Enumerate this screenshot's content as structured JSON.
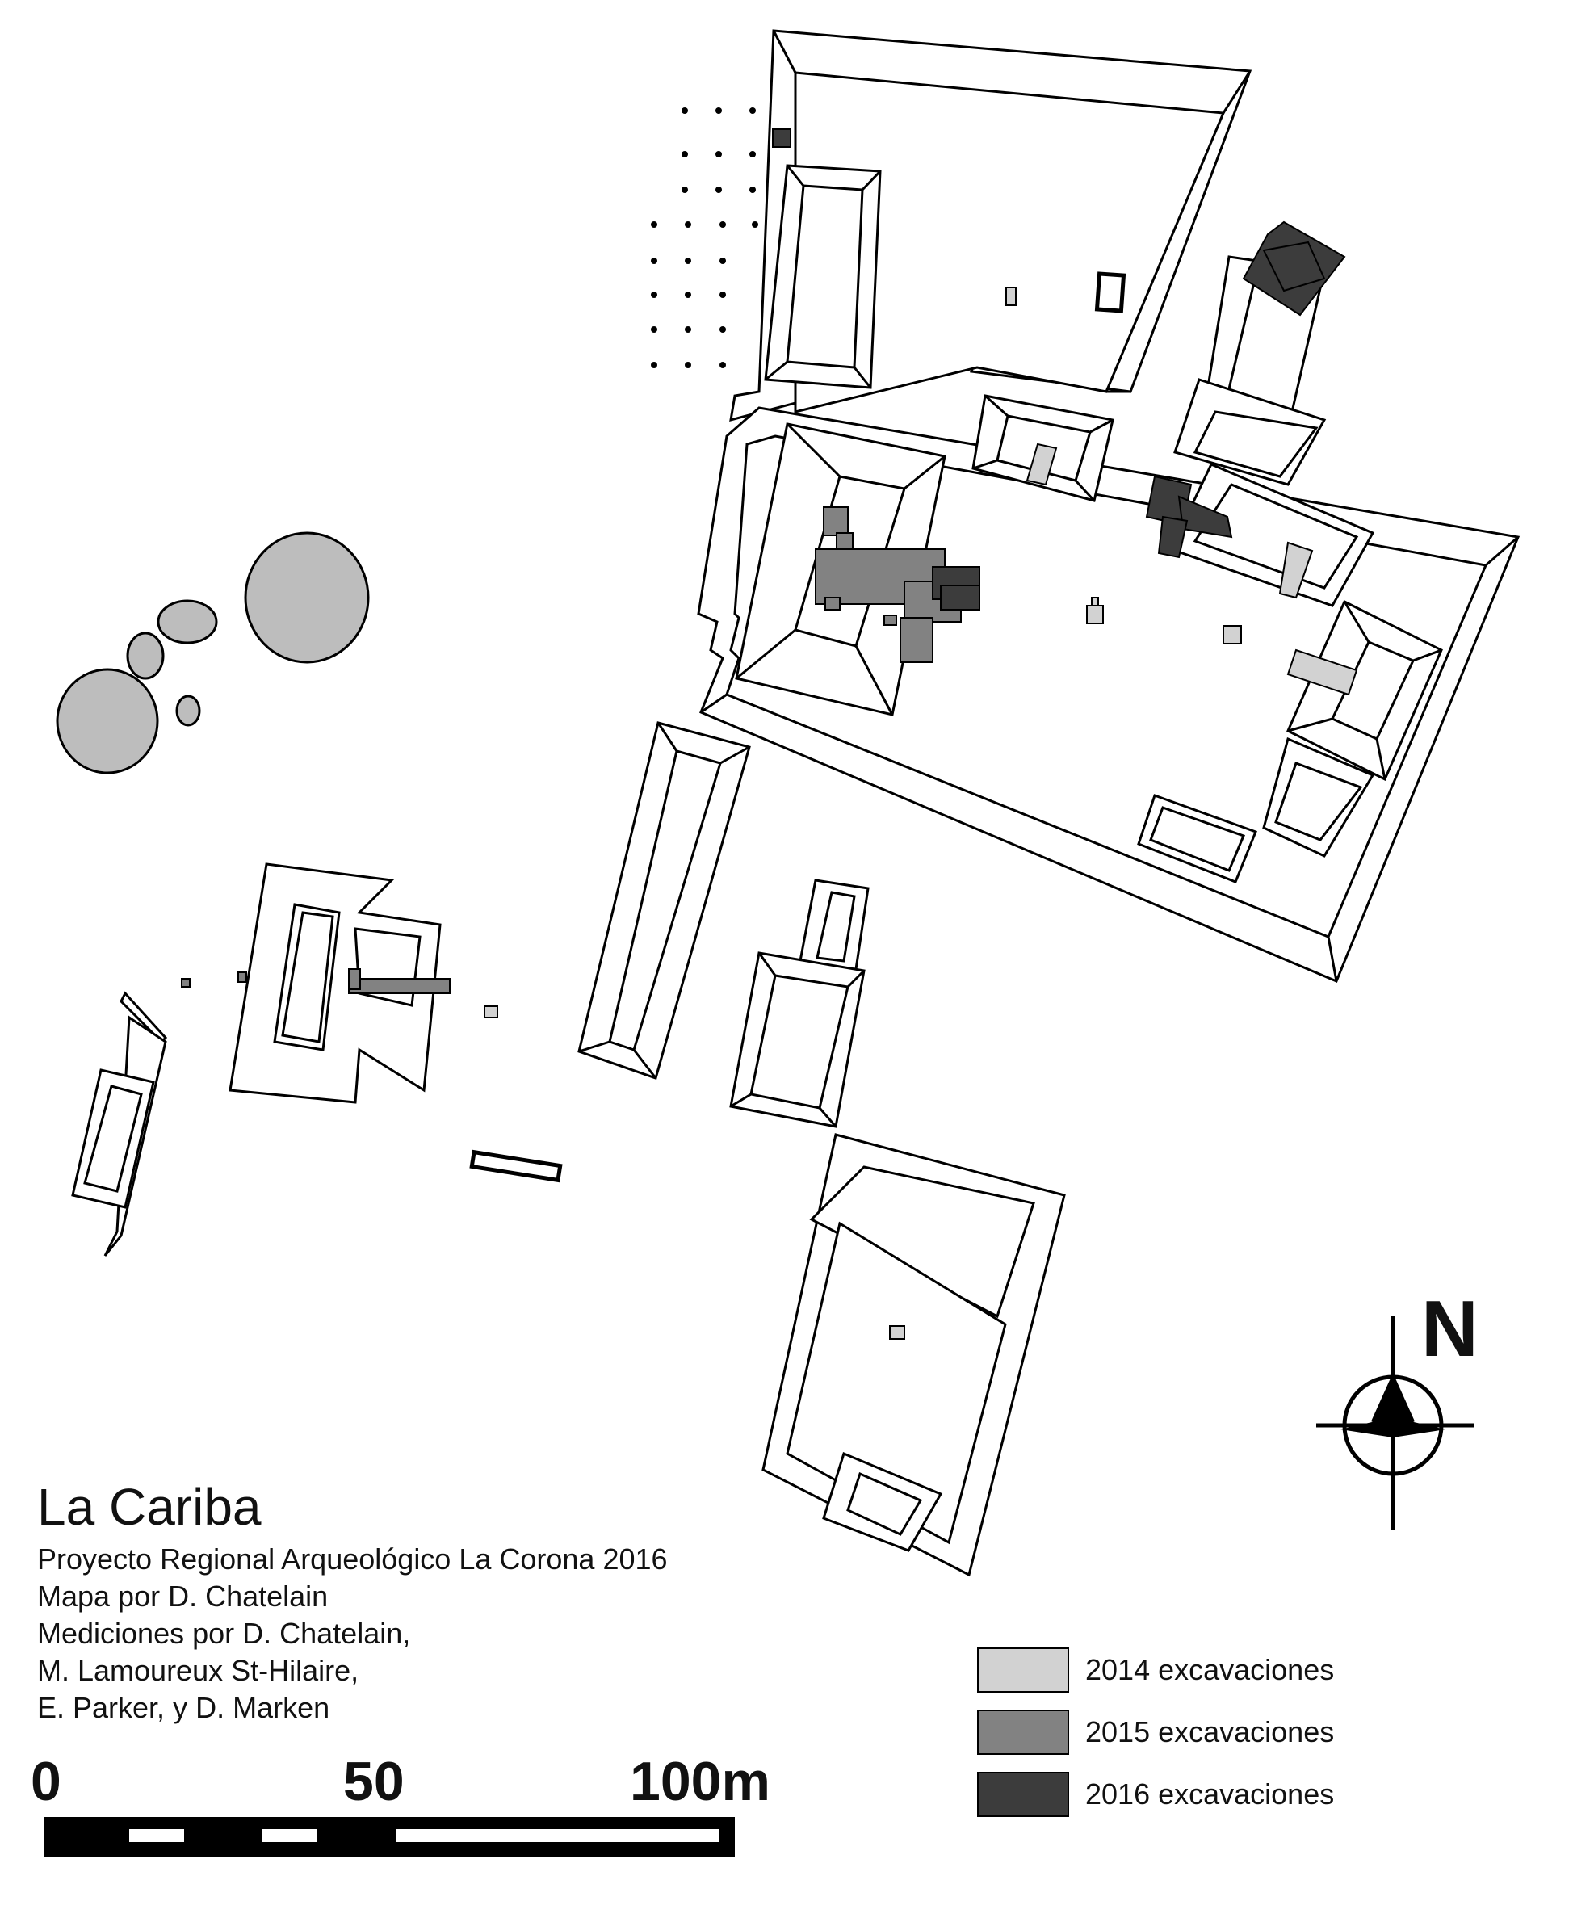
{
  "map": {
    "title": "La Cariba",
    "credits": [
      "Proyecto Regional Arqueológico La Corona 2016",
      "Mapa por D. Chatelain",
      "Mediciones por D. Chatelain,",
      "M. Lamoureux St-Hilaire,",
      "E. Parker, y D. Marken"
    ],
    "north_label": "N",
    "scale_bar": {
      "labels": [
        "0",
        "50",
        "100m"
      ],
      "unit": "m"
    },
    "legend": [
      {
        "label": "2014 excavaciones",
        "color": "#d2d2d2"
      },
      {
        "label": "2015 excavaciones",
        "color": "#828282"
      },
      {
        "label": "2016 excavaciones",
        "color": "#3c3c3c"
      }
    ],
    "colors": {
      "background": "#ffffff",
      "outline": "#000000",
      "mound_fill": "#bdbdbd"
    },
    "icons": [
      "north-arrow-icon",
      "scale-bar-icon"
    ]
  }
}
